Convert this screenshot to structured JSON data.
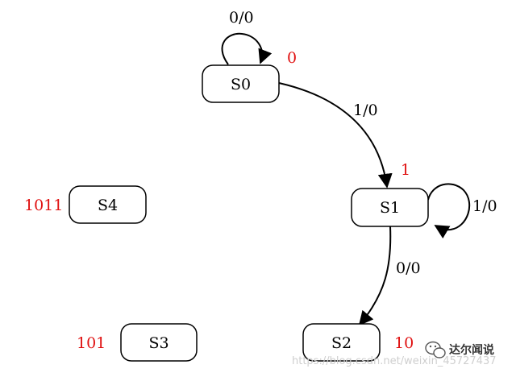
{
  "colors": {
    "code": "#e01010",
    "stroke": "#000000",
    "watermark": "#cfcfcf"
  },
  "states": [
    {
      "id": "S0",
      "label": "S0",
      "code": "0"
    },
    {
      "id": "S1",
      "label": "S1",
      "code": "1"
    },
    {
      "id": "S2",
      "label": "S2",
      "code": "10"
    },
    {
      "id": "S3",
      "label": "S3",
      "code": "101"
    },
    {
      "id": "S4",
      "label": "S4",
      "code": "1011"
    }
  ],
  "transitions": [
    {
      "from": "S0",
      "to": "S0",
      "label": "0/0"
    },
    {
      "from": "S0",
      "to": "S1",
      "label": "1/0"
    },
    {
      "from": "S1",
      "to": "S1",
      "label": "1/0"
    },
    {
      "from": "S1",
      "to": "S2",
      "label": "0/0"
    }
  ],
  "watermark": {
    "url": "https://blog.csdn.net/weixin_45727437",
    "brand": "达尔闻说",
    "icon": "wechat-icon"
  }
}
